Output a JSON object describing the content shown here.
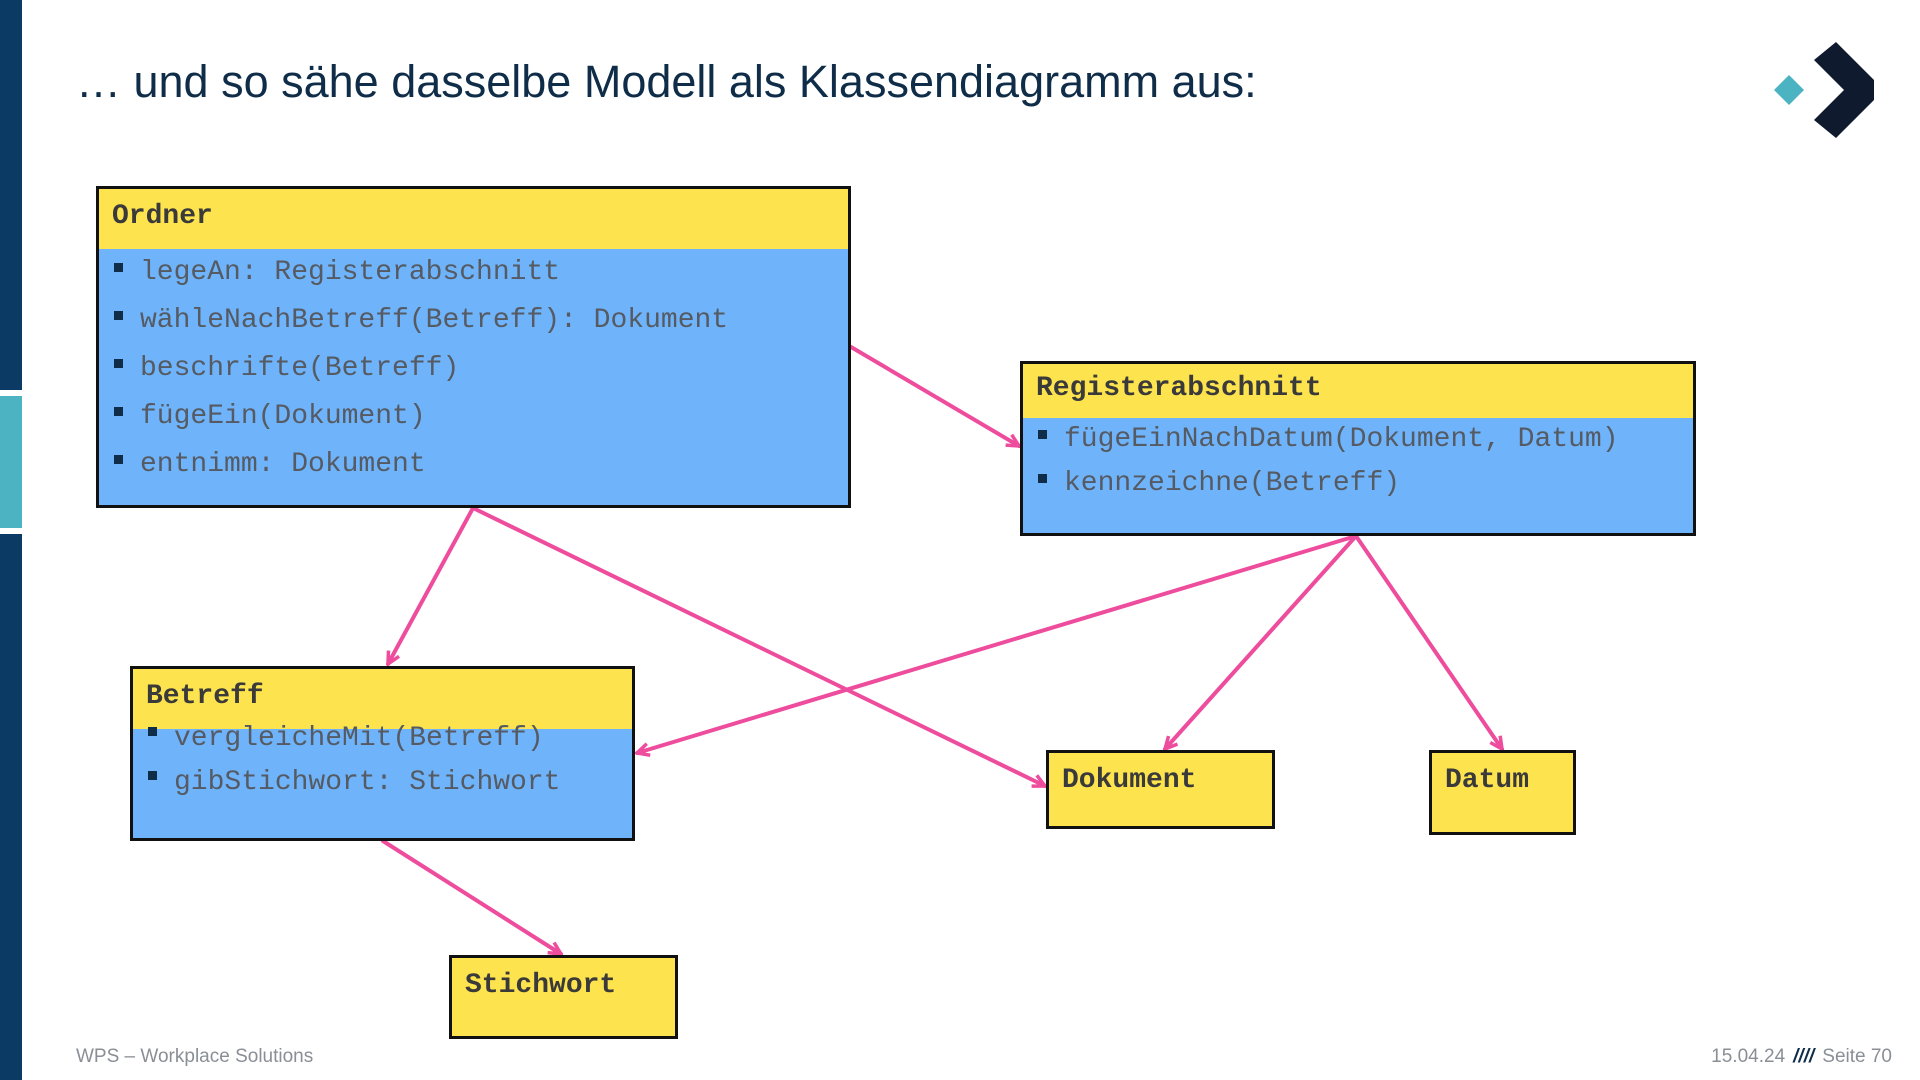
{
  "slide": {
    "title": "… und so sähe dasselbe Modell als Klassendiagramm aus:"
  },
  "classes": {
    "ordner": {
      "name": "Ordner",
      "operations": [
        "legeAn: Registerabschnitt",
        "wähleNachBetreff(Betreff): Dokument",
        "beschrifte(Betreff)",
        "fügeEin(Dokument)",
        "entnimm: Dokument"
      ]
    },
    "registerabschnitt": {
      "name": "Registerabschnitt",
      "operations": [
        "fügeEinNachDatum(Dokument, Datum)",
        "kennzeichne(Betreff)"
      ]
    },
    "betreff": {
      "name": "Betreff",
      "operations": [
        "vergleicheMit(Betreff)",
        "gibStichwort: Stichwort"
      ]
    },
    "dokument": {
      "name": "Dokument"
    },
    "datum": {
      "name": "Datum"
    },
    "stichwort": {
      "name": "Stichwort"
    }
  },
  "colors": {
    "class_header": "#fde34d",
    "class_body": "#6fb4fa",
    "association_arrow": "#ee4c9c",
    "brand_dark": "#0b3a64",
    "brand_teal": "#4bb3c1"
  },
  "footer": {
    "company": "WPS – Workplace Solutions",
    "date": "15.04.24",
    "separator": "////",
    "page": "Seite 70"
  }
}
